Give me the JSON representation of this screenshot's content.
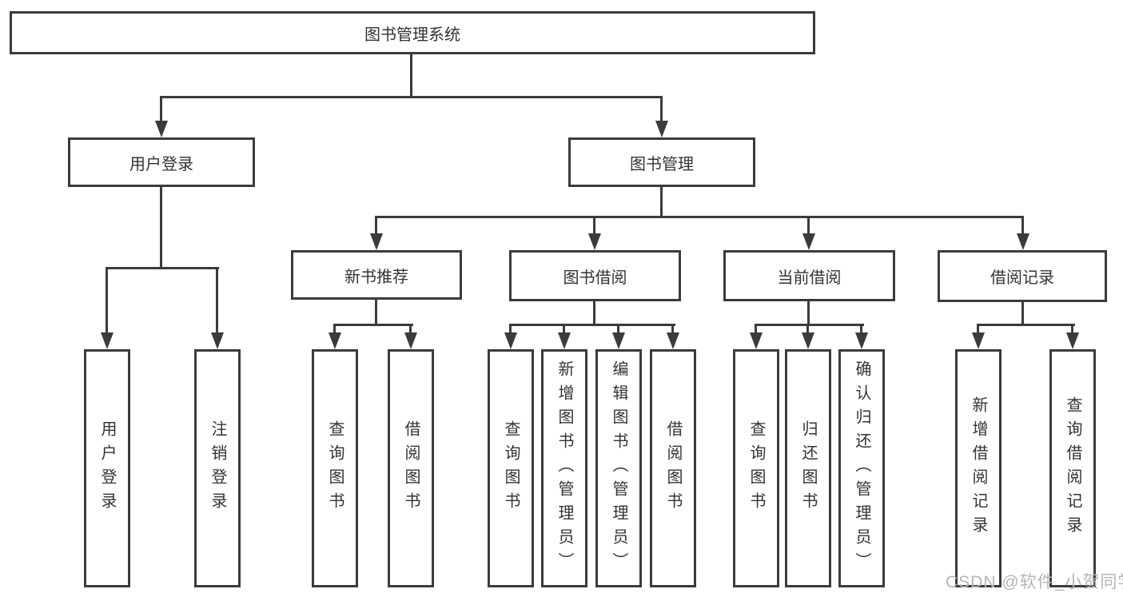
{
  "diagram_title": "图书管理系统",
  "colors": {
    "line": "#3b3b3b",
    "text": "#333333",
    "background": "#ffffff",
    "watermark": "#b5b5b5"
  },
  "tree": {
    "root": "图书管理系统",
    "branches": [
      {
        "label": "用户登录",
        "leaves": [
          "用户登录",
          "注销登录"
        ]
      },
      {
        "label": "图书管理",
        "groups": [
          {
            "label": "新书推荐",
            "leaves": [
              "查询图书",
              "借阅图书"
            ]
          },
          {
            "label": "图书借阅",
            "leaves": [
              "查询图书",
              "新增图书（管理员）",
              "编辑图书（管理员）",
              "借阅图书"
            ]
          },
          {
            "label": "当前借阅",
            "leaves": [
              "查询图书",
              "归还图书",
              "确认归还（管理员）"
            ]
          },
          {
            "label": "借阅记录",
            "leaves": [
              "新增借阅记录",
              "查询借阅记录"
            ]
          }
        ]
      }
    ]
  },
  "watermark": "CSDN @软件_小贺同学"
}
